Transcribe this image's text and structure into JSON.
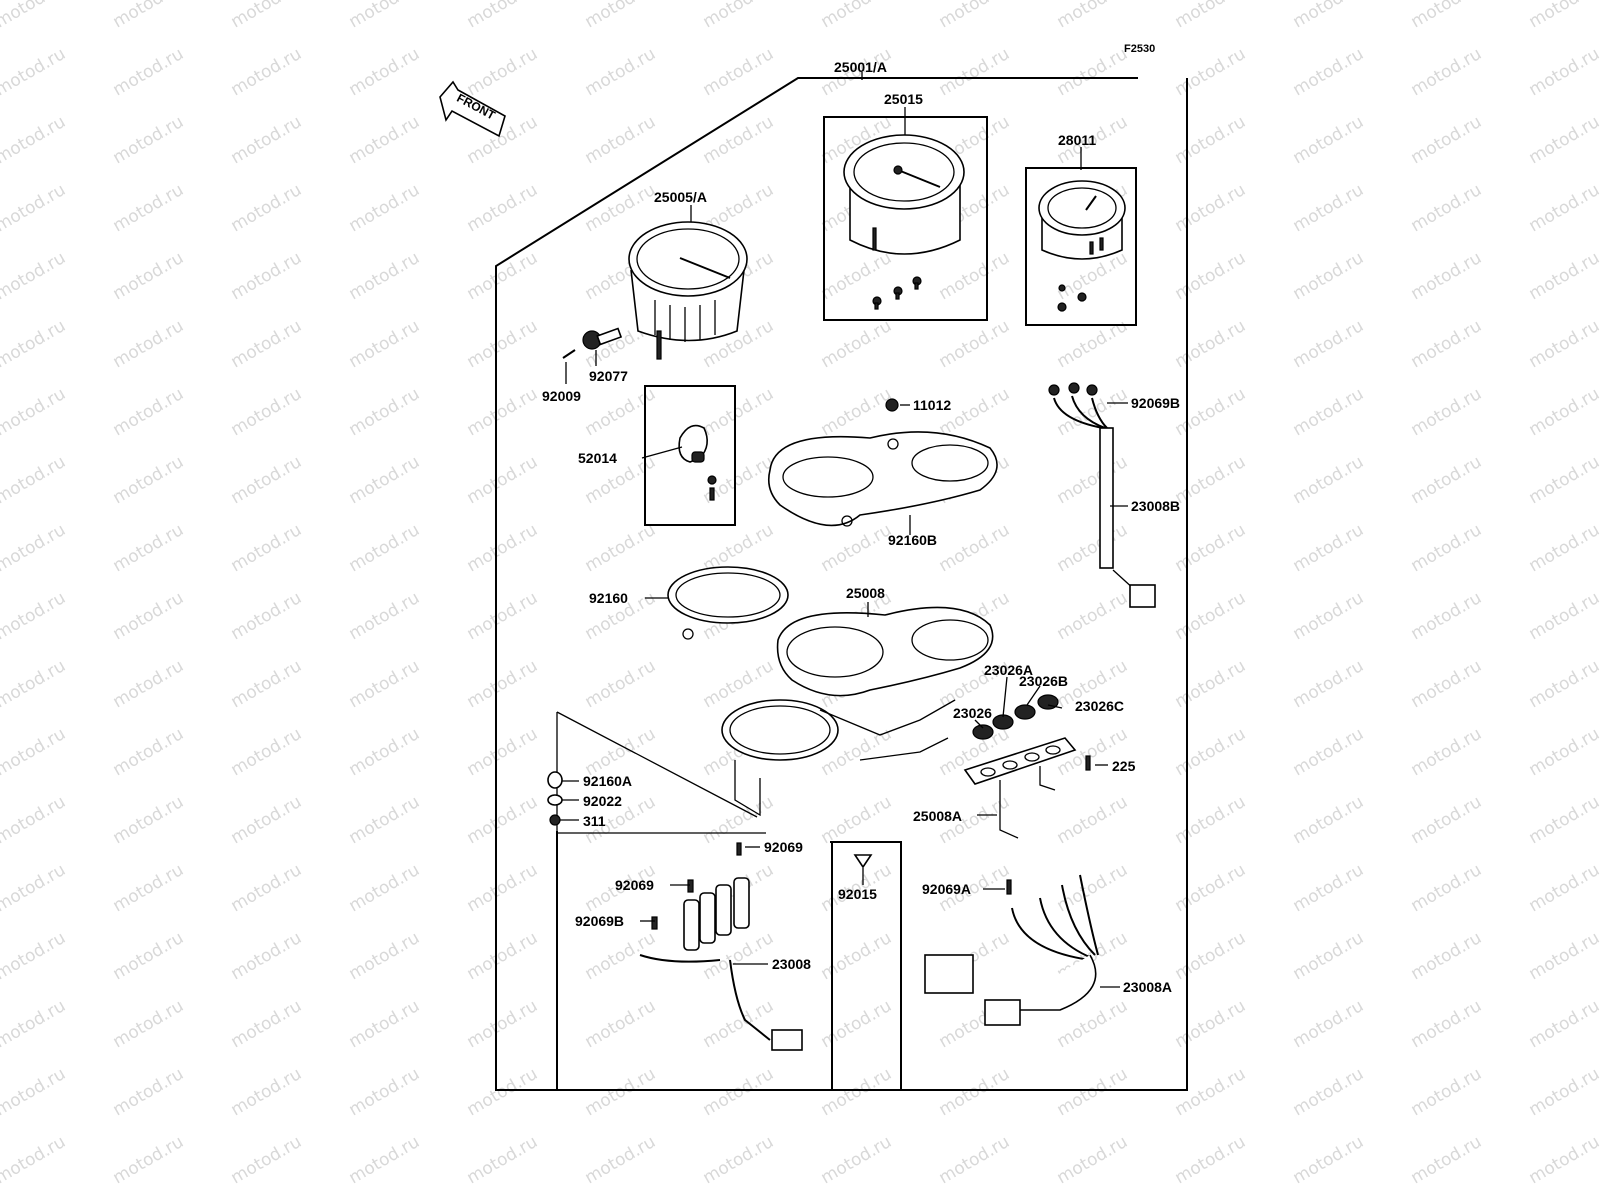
{
  "figure_code": "F2530",
  "front_label": "FRONT",
  "watermark": "motod.ru",
  "parts": {
    "assembly": "25001/A",
    "tachometer": "25015",
    "temp_gauge": "28011",
    "speedometer": "25005/A",
    "gear": "92077",
    "screw_speedo": "92009",
    "gear_housing": "52014",
    "screw_top": "11012",
    "bulb_top": "92069B",
    "harness_right": "23008B",
    "cover": "92160B",
    "seal_ring": "92160",
    "case": "25008",
    "lens_a": "23026A",
    "lens_b": "23026B",
    "lens": "23026",
    "lens_c": "23026C",
    "screw_225": "225",
    "damper": "92160A",
    "washer": "92022",
    "nut": "311",
    "bracket": "25008A",
    "bulb_center": "92069",
    "bulb_left": "92069",
    "bulb_left_b": "92069B",
    "grommet": "92015",
    "bulb_a": "92069A",
    "harness_left": "23008",
    "harness_a": "23008A"
  }
}
